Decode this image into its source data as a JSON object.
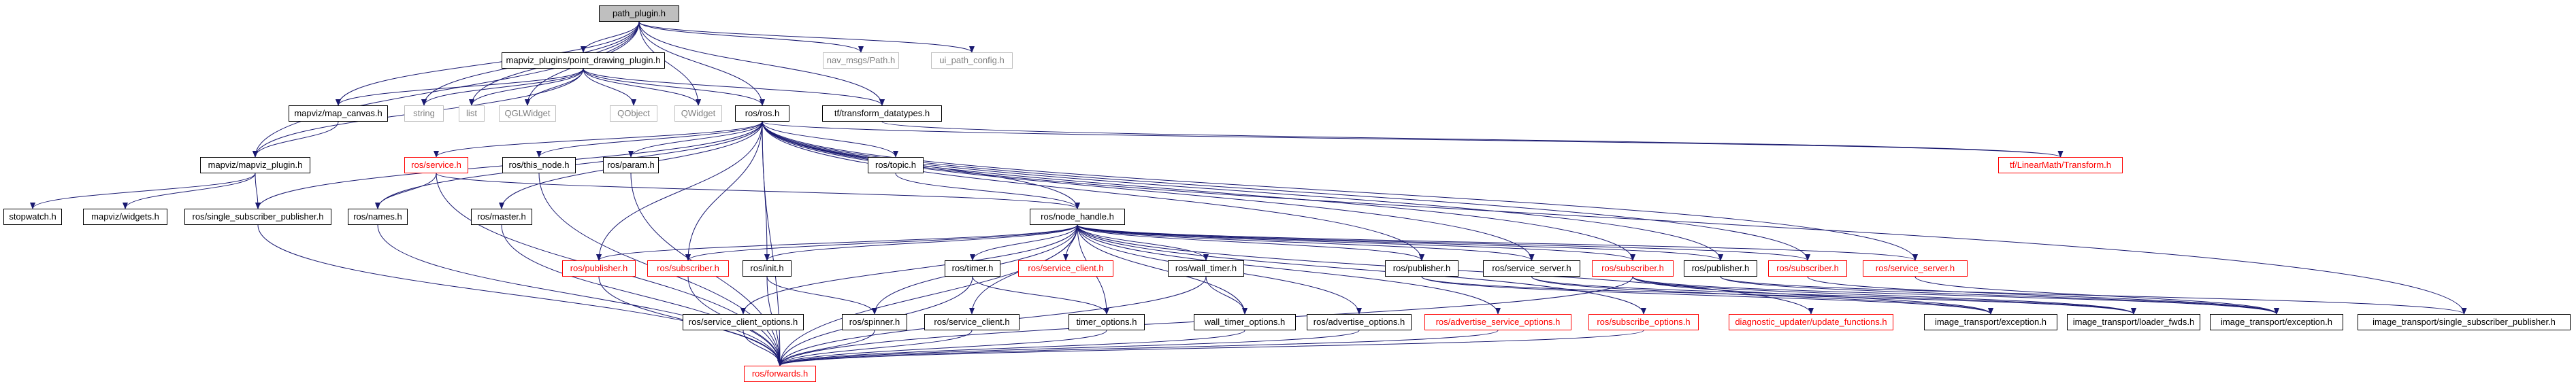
{
  "colors": {
    "edge": "#191970",
    "root_fill": "#bfbfbf",
    "external_border": "#bfbfbf",
    "external_text": "#7f7f7f",
    "incomplete_border": "#ff0000"
  },
  "nodes": [
    {
      "id": "path_plugin",
      "label": "path_plugin.h",
      "kind": "root"
    },
    {
      "id": "point_drawing",
      "label": "mapviz_plugins/point_drawing_plugin.h",
      "kind": "normal"
    },
    {
      "id": "nav_path",
      "label": "nav_msgs/Path.h",
      "kind": "external"
    },
    {
      "id": "ui_config",
      "label": "ui_path_config.h",
      "kind": "external"
    },
    {
      "id": "map_canvas",
      "label": "mapviz/map_canvas.h",
      "kind": "normal"
    },
    {
      "id": "string",
      "label": "string",
      "kind": "external"
    },
    {
      "id": "list",
      "label": "list",
      "kind": "external"
    },
    {
      "id": "qglwidget",
      "label": "QGLWidget",
      "kind": "external"
    },
    {
      "id": "qobject",
      "label": "QObject",
      "kind": "external"
    },
    {
      "id": "qwidget",
      "label": "QWidget",
      "kind": "external"
    },
    {
      "id": "ros_ros",
      "label": "ros/ros.h",
      "kind": "normal"
    },
    {
      "id": "tf_transform",
      "label": "tf/transform_datatypes.h",
      "kind": "normal"
    },
    {
      "id": "mapviz_plugin",
      "label": "mapviz/mapviz_plugin.h",
      "kind": "normal"
    },
    {
      "id": "tf_linearmath",
      "label": "tf/LinearMath/Transform.h",
      "kind": "incomplete"
    },
    {
      "id": "stopwatch",
      "label": "stopwatch.h",
      "kind": "normal"
    },
    {
      "id": "widgets",
      "label": "mapviz/widgets.h",
      "kind": "normal"
    },
    {
      "id": "single_sub_pub",
      "label": "ros/single_subscriber_publisher.h",
      "kind": "normal"
    },
    {
      "id": "service",
      "label": "ros/service.h",
      "kind": "incomplete"
    },
    {
      "id": "names",
      "label": "ros/names.h",
      "kind": "normal"
    },
    {
      "id": "this_node",
      "label": "ros/this_node.h",
      "kind": "normal"
    },
    {
      "id": "master",
      "label": "ros/master.h",
      "kind": "normal"
    },
    {
      "id": "param",
      "label": "ros/param.h",
      "kind": "normal"
    },
    {
      "id": "topic",
      "label": "ros/topic.h",
      "kind": "normal"
    },
    {
      "id": "node_handle",
      "label": "ros/node_handle.h",
      "kind": "normal"
    },
    {
      "id": "ros_publisher",
      "label": "ros/publisher.h",
      "kind": "incomplete"
    },
    {
      "id": "ros_subscriber",
      "label": "ros/subscriber.h",
      "kind": "incomplete"
    },
    {
      "id": "init",
      "label": "ros/init.h",
      "kind": "normal"
    },
    {
      "id": "timer",
      "label": "ros/timer.h",
      "kind": "normal"
    },
    {
      "id": "service_client",
      "label": "ros/service_client.h",
      "kind": "incomplete"
    },
    {
      "id": "wall_timer",
      "label": "ros/wall_timer.h",
      "kind": "normal"
    },
    {
      "id": "it_publisher",
      "label": "ros/publisher.h",
      "kind": "normal"
    },
    {
      "id": "service_server",
      "label": "ros/service_server.h",
      "kind": "normal"
    },
    {
      "id": "subscriber2",
      "label": "ros/subscriber.h",
      "kind": "incomplete"
    },
    {
      "id": "publisher3",
      "label": "ros/publisher.h",
      "kind": "normal"
    },
    {
      "id": "subscriber3",
      "label": "ros/subscriber.h",
      "kind": "incomplete"
    },
    {
      "id": "service_server2",
      "label": "ros/service_server.h",
      "kind": "incomplete"
    },
    {
      "id": "service_client_opts",
      "label": "ros/service_client_options.h",
      "kind": "normal"
    },
    {
      "id": "spinner",
      "label": "ros/spinner.h",
      "kind": "normal"
    },
    {
      "id": "service_client2",
      "label": "ros/service_client.h",
      "kind": "normal"
    },
    {
      "id": "timer_opts",
      "label": "timer_options.h",
      "kind": "normal"
    },
    {
      "id": "wall_timer_opts",
      "label": "wall_timer_options.h",
      "kind": "normal"
    },
    {
      "id": "advertise_opts",
      "label": "ros/advertise_options.h",
      "kind": "normal"
    },
    {
      "id": "adv_service_opts",
      "label": "ros/advertise_service_options.h",
      "kind": "incomplete"
    },
    {
      "id": "subscribe_opts",
      "label": "ros/subscribe_options.h",
      "kind": "incomplete"
    },
    {
      "id": "diag_update",
      "label": "diagnostic_updater/update_functions.h",
      "kind": "incomplete"
    },
    {
      "id": "it_exception",
      "label": "image_transport/exception.h",
      "kind": "normal"
    },
    {
      "id": "it_loader",
      "label": "image_transport/loader_fwds.h",
      "kind": "normal"
    },
    {
      "id": "it_exception2",
      "label": "image_transport/exception.h",
      "kind": "normal"
    },
    {
      "id": "it_single_sub",
      "label": "image_transport/single_subscriber_publisher.h",
      "kind": "normal"
    },
    {
      "id": "forwards",
      "label": "ros/forwards.h",
      "kind": "incomplete"
    }
  ],
  "edges": [
    [
      "path_plugin",
      "point_drawing"
    ],
    [
      "path_plugin",
      "nav_path"
    ],
    [
      "path_plugin",
      "ui_config"
    ],
    [
      "path_plugin",
      "map_canvas"
    ],
    [
      "path_plugin",
      "mapviz_plugin"
    ],
    [
      "path_plugin",
      "string"
    ],
    [
      "path_plugin",
      "list"
    ],
    [
      "path_plugin",
      "qglwidget"
    ],
    [
      "path_plugin",
      "qwidget"
    ],
    [
      "path_plugin",
      "ros_ros"
    ],
    [
      "path_plugin",
      "tf_transform"
    ],
    [
      "point_drawing",
      "map_canvas"
    ],
    [
      "point_drawing",
      "mapviz_plugin"
    ],
    [
      "point_drawing",
      "string"
    ],
    [
      "point_drawing",
      "list"
    ],
    [
      "point_drawing",
      "qglwidget"
    ],
    [
      "point_drawing",
      "qobject"
    ],
    [
      "point_drawing",
      "qwidget"
    ],
    [
      "point_drawing",
      "ros_ros"
    ],
    [
      "point_drawing",
      "tf_transform"
    ],
    [
      "map_canvas",
      "mapviz_plugin"
    ],
    [
      "mapviz_plugin",
      "stopwatch"
    ],
    [
      "mapviz_plugin",
      "widgets"
    ],
    [
      "mapviz_plugin",
      "single_sub_pub"
    ],
    [
      "tf_transform",
      "tf_linearmath"
    ],
    [
      "ros_ros",
      "single_sub_pub"
    ],
    [
      "ros_ros",
      "service"
    ],
    [
      "ros_ros",
      "names"
    ],
    [
      "ros_ros",
      "this_node"
    ],
    [
      "ros_ros",
      "master"
    ],
    [
      "ros_ros",
      "param"
    ],
    [
      "ros_ros",
      "topic"
    ],
    [
      "ros_ros",
      "node_handle"
    ],
    [
      "ros_ros",
      "ros_publisher"
    ],
    [
      "ros_ros",
      "ros_subscriber"
    ],
    [
      "ros_ros",
      "init"
    ],
    [
      "ros_ros",
      "it_publisher"
    ],
    [
      "ros_ros",
      "service_server"
    ],
    [
      "ros_ros",
      "subscriber2"
    ],
    [
      "ros_ros",
      "publisher3"
    ],
    [
      "ros_ros",
      "subscriber3"
    ],
    [
      "ros_ros",
      "service_server2"
    ],
    [
      "ros_ros",
      "it_single_sub"
    ],
    [
      "ros_ros",
      "forwards"
    ],
    [
      "ros_ros",
      "tf_linearmath"
    ],
    [
      "service",
      "names"
    ],
    [
      "service",
      "node_handle"
    ],
    [
      "service",
      "forwards"
    ],
    [
      "this_node",
      "forwards"
    ],
    [
      "master",
      "forwards"
    ],
    [
      "param",
      "forwards"
    ],
    [
      "topic",
      "node_handle"
    ],
    [
      "names",
      "forwards"
    ],
    [
      "single_sub_pub",
      "forwards"
    ],
    [
      "node_handle",
      "ros_publisher"
    ],
    [
      "node_handle",
      "ros_subscriber"
    ],
    [
      "node_handle",
      "init"
    ],
    [
      "node_handle",
      "timer"
    ],
    [
      "node_handle",
      "service_client"
    ],
    [
      "node_handle",
      "wall_timer"
    ],
    [
      "node_handle",
      "it_publisher"
    ],
    [
      "node_handle",
      "service_server"
    ],
    [
      "node_handle",
      "subscriber2"
    ],
    [
      "node_handle",
      "publisher3"
    ],
    [
      "node_handle",
      "subscriber3"
    ],
    [
      "node_handle",
      "service_server2"
    ],
    [
      "node_handle",
      "service_client_opts"
    ],
    [
      "node_handle",
      "spinner"
    ],
    [
      "node_handle",
      "service_client2"
    ],
    [
      "node_handle",
      "timer_opts"
    ],
    [
      "node_handle",
      "wall_timer_opts"
    ],
    [
      "node_handle",
      "advertise_opts"
    ],
    [
      "node_handle",
      "adv_service_opts"
    ],
    [
      "node_handle",
      "subscribe_opts"
    ],
    [
      "node_handle",
      "diag_update"
    ],
    [
      "node_handle",
      "forwards"
    ],
    [
      "ros_publisher",
      "forwards"
    ],
    [
      "ros_subscriber",
      "forwards"
    ],
    [
      "init",
      "spinner"
    ],
    [
      "init",
      "forwards"
    ],
    [
      "timer",
      "timer_opts"
    ],
    [
      "timer",
      "forwards"
    ],
    [
      "wall_timer",
      "wall_timer_opts"
    ],
    [
      "wall_timer",
      "forwards"
    ],
    [
      "service_client_opts",
      "forwards"
    ],
    [
      "spinner",
      "forwards"
    ],
    [
      "service_client2",
      "forwards"
    ],
    [
      "timer_opts",
      "forwards"
    ],
    [
      "wall_timer_opts",
      "forwards"
    ],
    [
      "advertise_opts",
      "forwards"
    ],
    [
      "adv_service_opts",
      "forwards"
    ],
    [
      "subscribe_opts",
      "forwards"
    ],
    [
      "it_publisher",
      "it_exception"
    ],
    [
      "it_publisher",
      "it_loader"
    ],
    [
      "service_server",
      "it_exception"
    ],
    [
      "service_server",
      "it_loader"
    ],
    [
      "subscriber2",
      "it_exception"
    ],
    [
      "subscriber2",
      "it_loader"
    ],
    [
      "subscriber2",
      "it_exception2"
    ],
    [
      "subscriber2",
      "forwards"
    ],
    [
      "publisher3",
      "it_exception2"
    ],
    [
      "publisher3",
      "it_single_sub"
    ],
    [
      "subscriber3",
      "it_exception2"
    ],
    [
      "service_server2",
      "it_exception2"
    ]
  ]
}
